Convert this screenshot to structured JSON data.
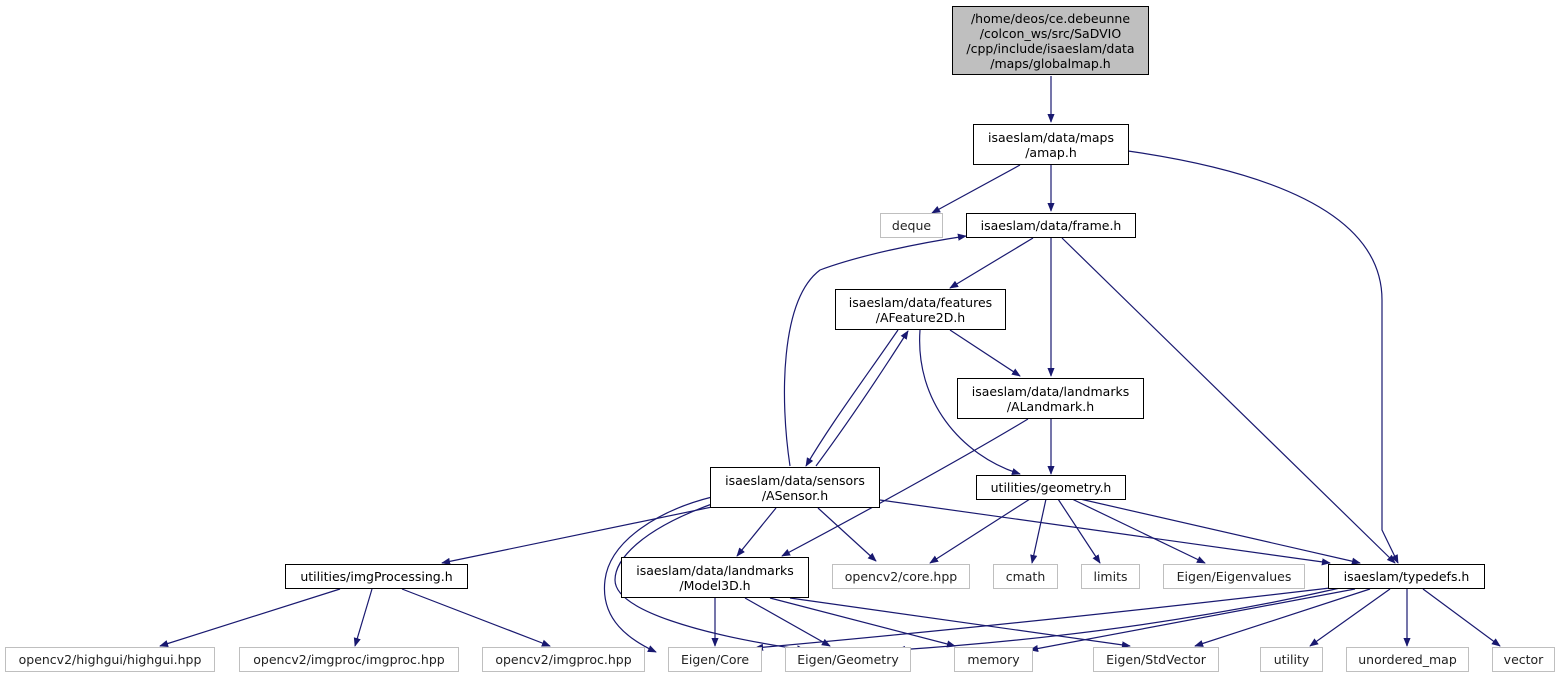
{
  "nodes": {
    "root": "/home/deos/ce.debeunne\n/colcon_ws/src/SaDVIO\n/cpp/include/isaeslam/data\n/maps/globalmap.h",
    "amap": "isaeslam/data/maps\n/amap.h",
    "deque": "deque",
    "frame": "isaeslam/data/frame.h",
    "afeature": "isaeslam/data/features\n/AFeature2D.h",
    "alandmark": "isaeslam/data/landmarks\n/ALandmark.h",
    "asensor": "isaeslam/data/sensors\n/ASensor.h",
    "geometry": "utilities/geometry.h",
    "imgproc_util": "utilities/imgProcessing.h",
    "model3d": "isaeslam/data/landmarks\n/Model3D.h",
    "cv_core": "opencv2/core.hpp",
    "cmath": "cmath",
    "limits": "limits",
    "eigenvalues": "Eigen/Eigenvalues",
    "typedefs": "isaeslam/typedefs.h",
    "highgui": "opencv2/highgui/highgui.hpp",
    "imgproc_imgproc": "opencv2/imgproc/imgproc.hpp",
    "imgproc": "opencv2/imgproc.hpp",
    "eigen_core": "Eigen/Core",
    "eigen_geometry": "Eigen/Geometry",
    "memory": "memory",
    "stdvector": "Eigen/StdVector",
    "utility": "utility",
    "unordered_map": "unordered_map",
    "vector": "vector"
  },
  "colors": {
    "edge": "#191970",
    "external_border": "#bfbfbf",
    "root_fill": "#bfbfbf"
  }
}
